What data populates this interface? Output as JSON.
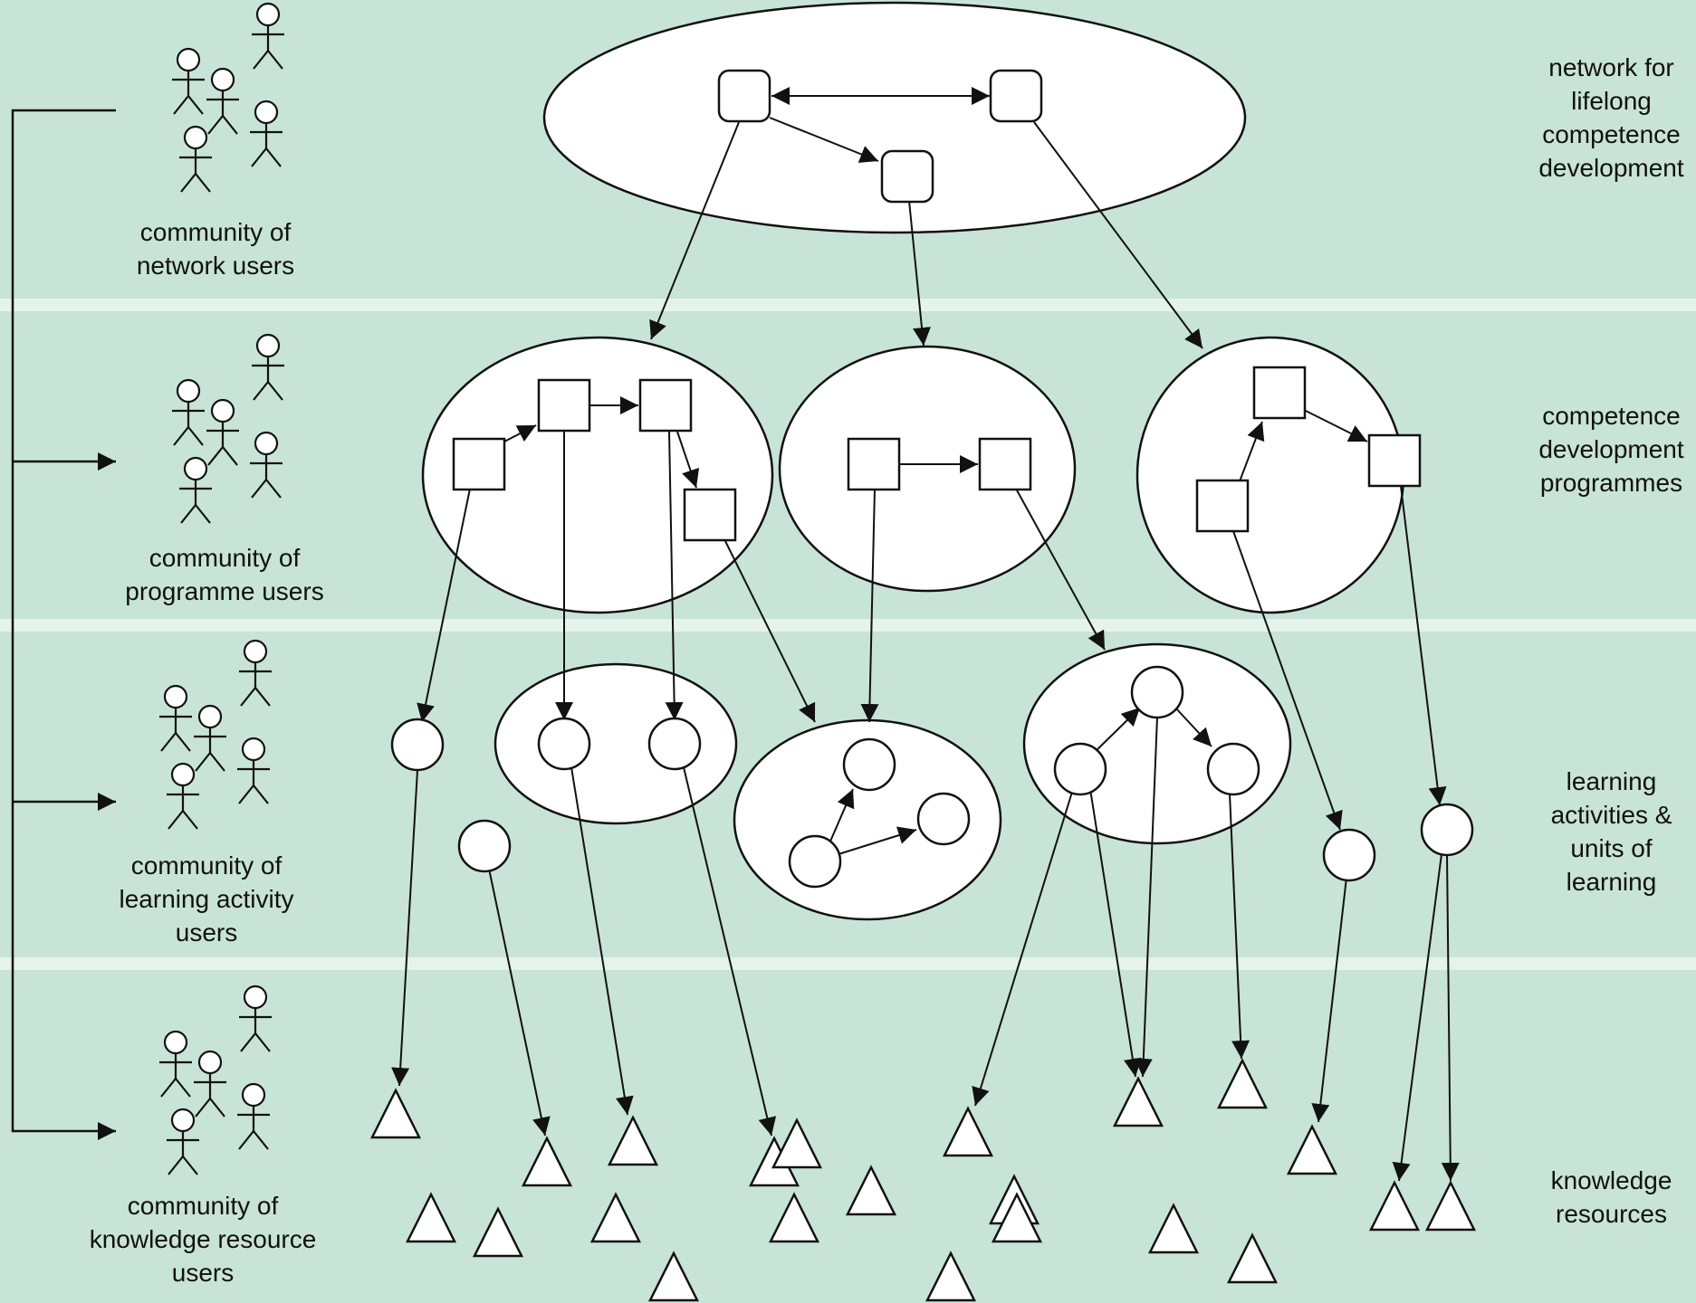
{
  "colors": {
    "band": "#c8e4d6",
    "band_separator": "#e6f3ec",
    "shape_fill": "#ffffff",
    "stroke": "#111111",
    "text": "#111111"
  },
  "layers": [
    {
      "name": "network",
      "description": [
        "network for",
        "lifelong",
        "competence",
        "development"
      ],
      "community": [
        "community of",
        "network users"
      ]
    },
    {
      "name": "programmes",
      "description": [
        "competence",
        "development",
        "programmes"
      ],
      "community": [
        "community of",
        "programme users"
      ]
    },
    {
      "name": "learning",
      "description": [
        "learning",
        "activities &",
        "units of",
        "learning"
      ],
      "community": [
        "community of",
        "learning activity",
        "users"
      ]
    },
    {
      "name": "knowledge",
      "description": [
        "knowledge",
        "resources"
      ],
      "community": [
        "community of",
        "knowledge resource",
        "users"
      ]
    }
  ],
  "icons": {
    "person": "stick-figure-icon",
    "program_node": "rounded-square-icon",
    "programme_step": "square-icon",
    "learning_unit": "circle-icon",
    "knowledge_resource": "triangle-icon"
  }
}
